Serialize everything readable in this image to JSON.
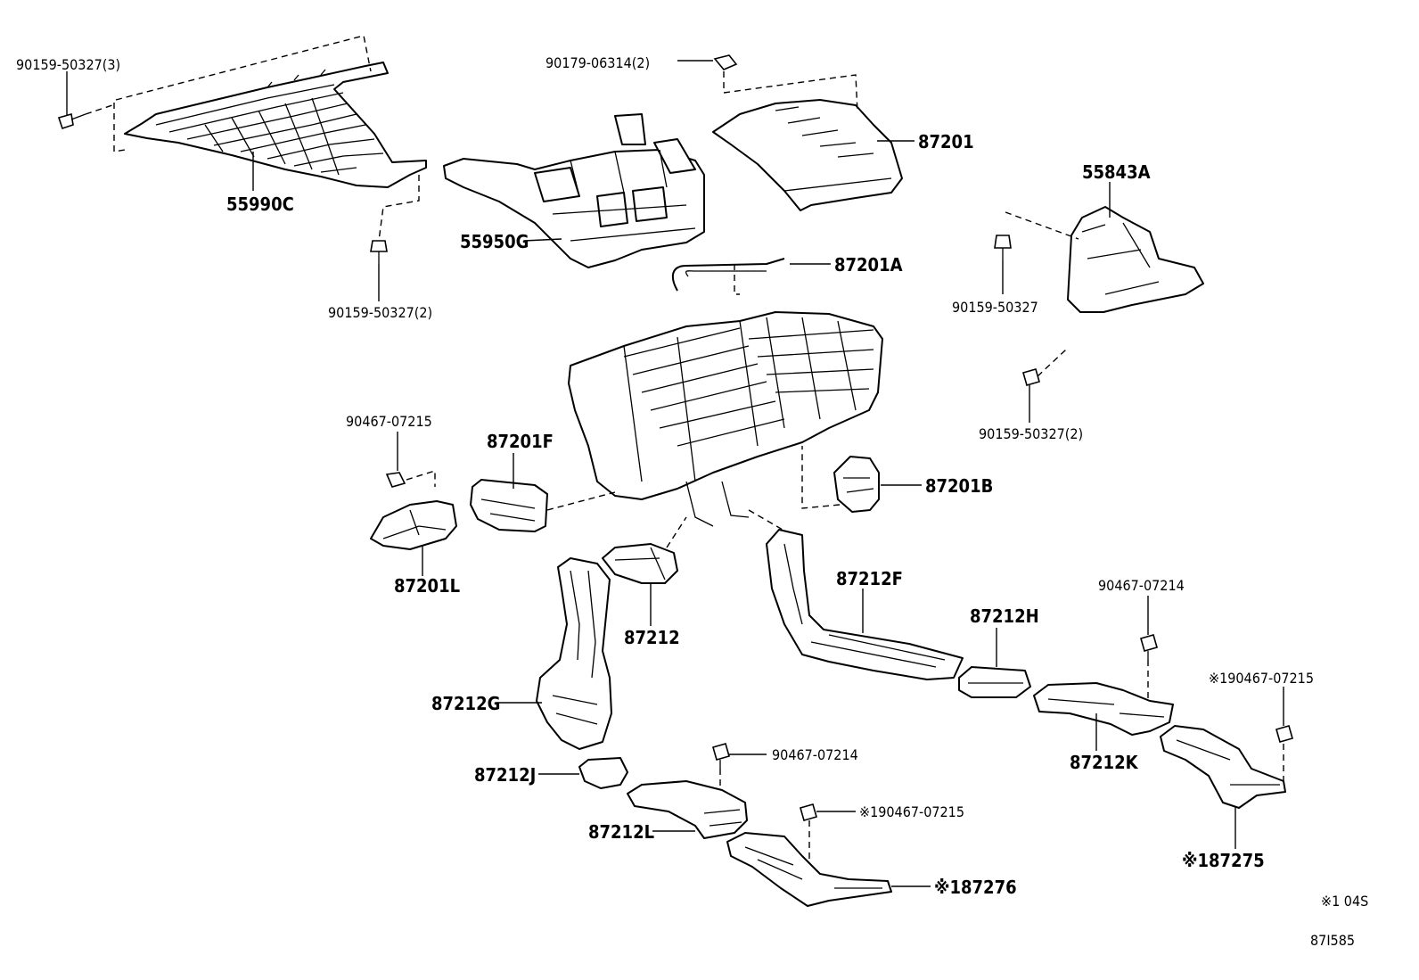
{
  "labels": {
    "p90159_50327_3": "90159-50327(3)",
    "p55990c": "55990C",
    "p90159_50327_2a": "90159-50327(2)",
    "p90179_06314_2": "90179-06314(2)",
    "p87201": "87201",
    "p55950g": "55950G",
    "p87201a": "87201A",
    "p55843a": "55843A",
    "p90159_50327": "90159-50327",
    "p90159_50327_2b": "90159-50327(2)",
    "p90467_07215_a": "90467-07215",
    "p87201f": "87201F",
    "p87201b": "87201B",
    "p87201l": "87201L",
    "p87212f": "87212F",
    "p87212": "87212",
    "p87212h": "87212H",
    "p90467_07214_a": "90467-07214",
    "p90467_07215_b": "※190467-07215",
    "p87212g": "87212G",
    "p90467_07214_b": "90467-07214",
    "p87212k": "87212K",
    "p87212j": "87212J",
    "p90467_07215_c": "※190467-07215",
    "p87212l": "87212L",
    "p87275": "※187275",
    "p87276": "※187276"
  },
  "footer": {
    "note": "※1 04S",
    "diagram_code": "87I585"
  }
}
